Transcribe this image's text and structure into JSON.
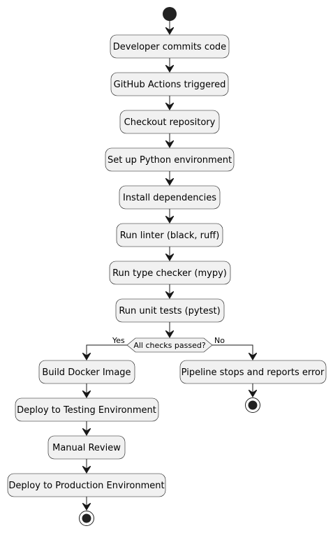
{
  "diagram": {
    "type": "activity",
    "steps": [
      "Developer commits code",
      "GitHub Actions triggered",
      "Checkout repository",
      "Set up Python environment",
      "Install dependencies",
      "Run linter (black, ruff)",
      "Run type checker (mypy)",
      "Run unit tests (pytest)"
    ],
    "decision": {
      "label": "All checks passed?",
      "yes_label": "Yes",
      "no_label": "No"
    },
    "yes_branch": [
      "Build Docker Image",
      "Deploy to Testing Environment",
      "Manual Review",
      "Deploy to Production Environment"
    ],
    "no_branch": [
      "Pipeline stops and reports error"
    ],
    "colors": {
      "node_fill": "#f1f1f1",
      "stroke": "#181818",
      "start_fill": "#222222"
    }
  }
}
